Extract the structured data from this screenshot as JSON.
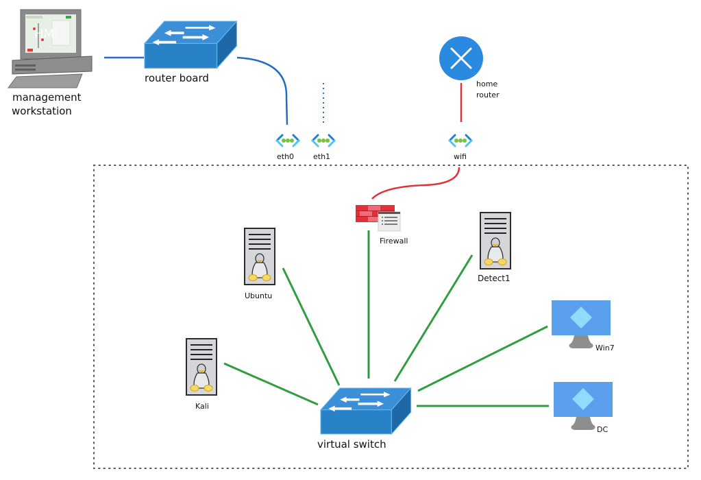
{
  "diagram": {
    "boundary": {
      "style": "dotted",
      "color": "#555555"
    },
    "colors": {
      "blue_link": "#1f6fc5",
      "red_link": "#e0303a",
      "green_link": "#2e9e3e",
      "switch_blue": "#2a82c6",
      "router_blue": "#2a8ae0",
      "vm_blue": "#5ba0ec",
      "vm_diamond": "#8fdcff",
      "nic_blue": "#1e7fd6",
      "nic_cyan": "#49c9f0",
      "nic_green": "#7ac043",
      "firewall_red": "#e0303a",
      "server_gray": "#d4d6d9"
    },
    "nodes": {
      "management_workstation": {
        "label_line1": "management",
        "label_line2": "workstation",
        "screen_text": "HMI",
        "icon": "computer-icon"
      },
      "router_board": {
        "label": "router board",
        "icon": "switch-icon"
      },
      "eth0": {
        "label": "eth0",
        "icon": "network-interface-icon"
      },
      "eth1": {
        "label": "eth1",
        "icon": "network-interface-icon"
      },
      "wifi": {
        "label": "wifi",
        "icon": "network-interface-icon"
      },
      "home_router": {
        "label_line1": "home",
        "label_line2": "router",
        "icon": "router-icon"
      },
      "firewall": {
        "label": "Firewall",
        "icon": "firewall-icon"
      },
      "ubuntu": {
        "label": "Ubuntu",
        "icon": "linux-server-icon"
      },
      "detect1": {
        "label": "Detect1",
        "icon": "linux-server-icon"
      },
      "kali": {
        "label": "Kali",
        "icon": "linux-server-icon"
      },
      "win7": {
        "label": "Win7",
        "icon": "windows-vm-icon"
      },
      "dc": {
        "label": "DC",
        "icon": "windows-vm-icon"
      },
      "virtual_switch": {
        "label": "virtual switch",
        "icon": "switch-icon"
      }
    },
    "links": [
      {
        "from": "management_workstation",
        "to": "router_board",
        "color": "blue",
        "style": "solid"
      },
      {
        "from": "router_board",
        "to": "eth0",
        "color": "blue",
        "style": "solid"
      },
      {
        "from": "eth1",
        "to": "none",
        "color": "blue",
        "style": "dotted"
      },
      {
        "from": "home_router",
        "to": "wifi",
        "color": "red",
        "style": "solid"
      },
      {
        "from": "wifi",
        "to": "firewall",
        "color": "red",
        "style": "solid"
      },
      {
        "from": "firewall",
        "to": "virtual_switch",
        "color": "green",
        "style": "solid"
      },
      {
        "from": "ubuntu",
        "to": "virtual_switch",
        "color": "green",
        "style": "solid"
      },
      {
        "from": "detect1",
        "to": "virtual_switch",
        "color": "green",
        "style": "solid"
      },
      {
        "from": "kali",
        "to": "virtual_switch",
        "color": "green",
        "style": "solid"
      },
      {
        "from": "win7",
        "to": "virtual_switch",
        "color": "green",
        "style": "solid"
      },
      {
        "from": "dc",
        "to": "virtual_switch",
        "color": "green",
        "style": "solid"
      }
    ]
  }
}
